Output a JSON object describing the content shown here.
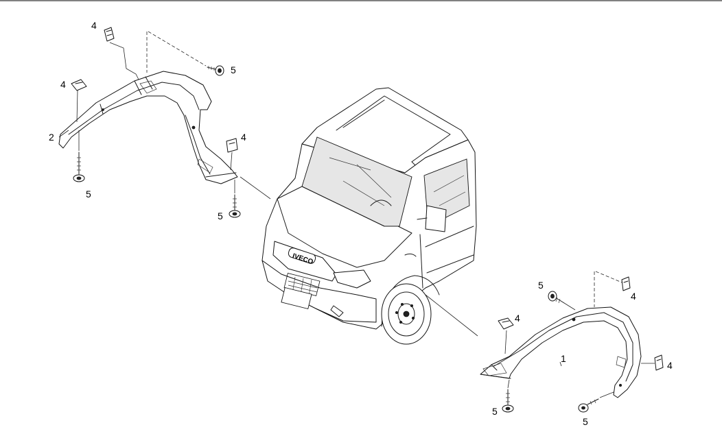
{
  "callouts": [
    {
      "id": "c1",
      "label": "4"
    },
    {
      "id": "c2",
      "label": "5"
    },
    {
      "id": "c3",
      "label": "4"
    },
    {
      "id": "c4",
      "label": "2"
    },
    {
      "id": "c5",
      "label": "5"
    },
    {
      "id": "c6",
      "label": "4"
    },
    {
      "id": "c7",
      "label": "5"
    },
    {
      "id": "c8",
      "label": "5"
    },
    {
      "id": "c9",
      "label": "4"
    },
    {
      "id": "c10",
      "label": "4"
    },
    {
      "id": "c11",
      "label": "1"
    },
    {
      "id": "c12",
      "label": "4"
    },
    {
      "id": "c13",
      "label": "5"
    },
    {
      "id": "c14",
      "label": "5"
    }
  ],
  "vehicle": {
    "grille_badge": "IVECO"
  }
}
